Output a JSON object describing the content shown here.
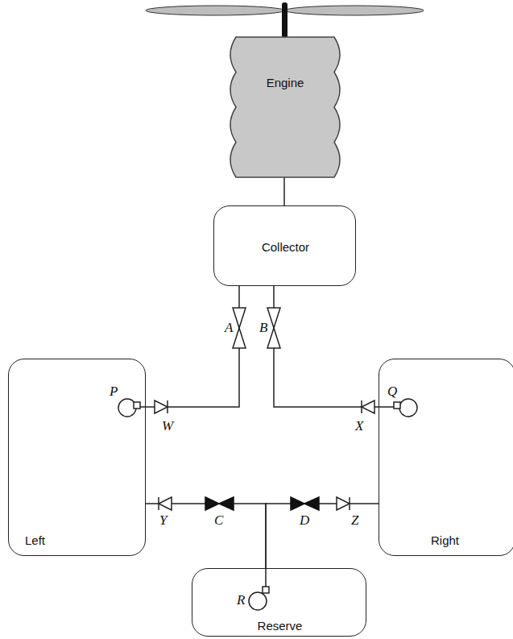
{
  "diagram": {
    "nodes": [
      {
        "text": [
          "Engine"
        ]
      },
      {
        "text": [
          "Collector"
        ]
      },
      {
        "text": [
          "Left"
        ]
      },
      {
        "text": [
          "Right"
        ]
      },
      {
        "text": [
          "Reserve"
        ]
      }
    ],
    "edges": [
      {
        "from": 0,
        "to": 1,
        "arrow": "none"
      },
      {
        "from": 2,
        "to": 1,
        "arrow": "none"
      },
      {
        "from": 3,
        "to": 1,
        "arrow": "none"
      },
      {
        "from": 4,
        "to": 2,
        "arrow": "none"
      },
      {
        "from": 4,
        "to": 3,
        "arrow": "none"
      }
    ],
    "labels": [
      "A",
      "B",
      "P",
      "W",
      "X",
      "Q",
      "Y",
      "C",
      "D",
      "Z",
      "R"
    ]
  }
}
